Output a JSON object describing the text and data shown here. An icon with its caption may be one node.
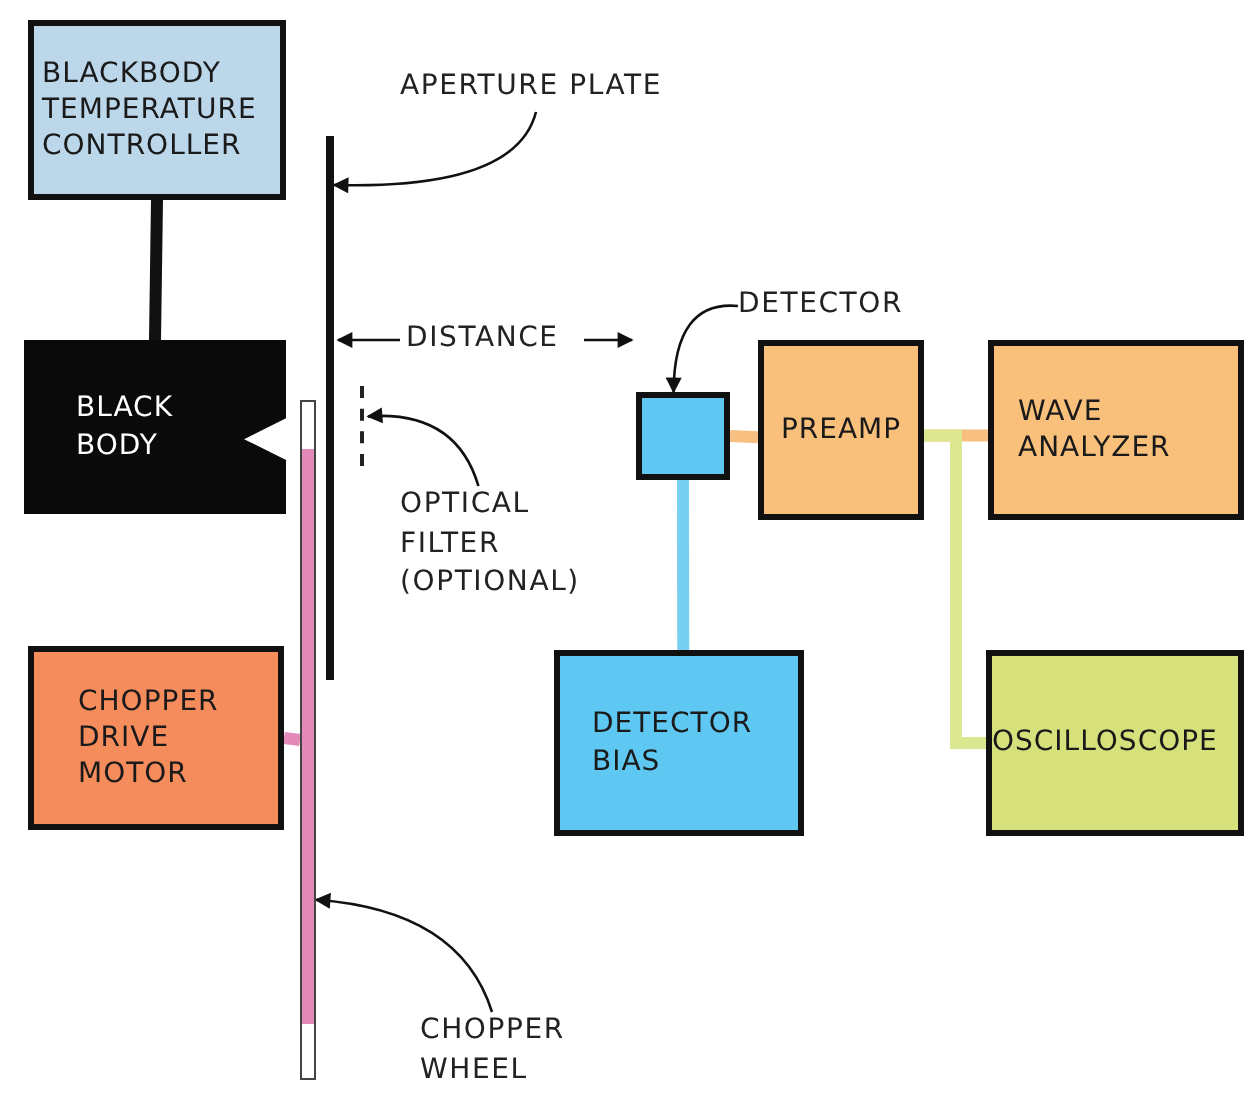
{
  "diagram": {
    "nodes": [
      {
        "text": [
          "BLACKBODY TEMPERATURE CONTROLLER"
        ]
      },
      {
        "text": [
          "BLACK BODY"
        ]
      },
      {
        "text": [
          "CHOPPER DRIVE MOTOR"
        ]
      },
      {
        "text": [],
        "shape": "bar"
      },
      {
        "text": [],
        "shape": "bar"
      },
      {
        "text": [],
        "shape": "bar"
      },
      {
        "text": [],
        "shape": "box"
      },
      {
        "text": [
          "PREAMP"
        ]
      },
      {
        "text": [
          "WAVE ANALYZER"
        ]
      },
      {
        "text": [
          "DETECTOR BIAS"
        ]
      },
      {
        "text": [
          "OSCILLOSCOPE"
        ]
      },
      {
        "text": [
          "APERTURE PLATE"
        ]
      },
      {
        "text": [
          "DETECTOR"
        ]
      },
      {
        "text": [
          "OPTICAL FILTER (OPTIONAL)"
        ]
      },
      {
        "text": [
          "CHOPPER WHEEL"
        ]
      }
    ],
    "edges": [
      {
        "from": 0,
        "to": 1,
        "arrow": "none"
      },
      {
        "from": 2,
        "to": 5,
        "arrow": "none",
        "color": "#e48ab8"
      },
      {
        "from": 6,
        "to": 7,
        "arrow": "none",
        "color": "#f8c080"
      },
      {
        "from": 7,
        "to": 8,
        "arrow": "none",
        "color": "#f8c080"
      },
      {
        "from": 7,
        "to": 10,
        "arrow": "none",
        "color": "#dce890"
      },
      {
        "from": 6,
        "to": 9,
        "arrow": "none",
        "color": "#78d0f0"
      },
      {
        "from": 11,
        "to": 3,
        "arrow": "to"
      },
      {
        "from": 12,
        "to": 6,
        "arrow": "to"
      },
      {
        "from": 13,
        "to": 4,
        "arrow": "to"
      },
      {
        "from": 14,
        "to": 5,
        "arrow": "to"
      }
    ],
    "labels": [
      "DISTANCE"
    ]
  }
}
